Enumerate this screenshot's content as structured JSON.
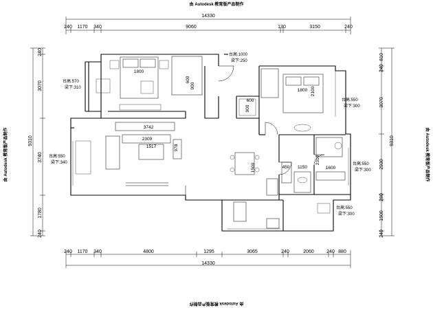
{
  "watermark": {
    "text": "由 Autodesk 教育版产品制作",
    "top": "由 Autodesk 教育版产品制作",
    "bottom": "由 Autodesk 教育版产品制作",
    "left": "由 Autodesk 教育版产品制作",
    "right": "由 Autodesk 教育版产品制作"
  },
  "dimensions": {
    "top_total": "14330",
    "top_segments": [
      "240",
      "1170",
      "340",
      "9060",
      "130",
      "3150",
      "240"
    ],
    "bottom_total": "14330",
    "bottom_segments": [
      "240",
      "1170",
      "340",
      "4800",
      "1295",
      "3065",
      "240",
      "2060",
      "240",
      "880"
    ],
    "left_total": "9310",
    "left_segments": [
      "240",
      "3070",
      "3740",
      "1780",
      "240"
    ],
    "right_total": "9310",
    "right_segments": [
      "810",
      "240",
      "3070",
      "2930",
      "280",
      "1500",
      "240"
    ]
  },
  "sill_notes": [
    {
      "id": "master-bedroom-left",
      "height": "台高:570",
      "below": "梁下:310"
    },
    {
      "id": "master-bedroom-top",
      "height": "台高:1000",
      "below": "梁下:250"
    },
    {
      "id": "second-bedroom",
      "height": "台高:550",
      "below": "梁下:300"
    },
    {
      "id": "living-left",
      "height": "台高:550",
      "below": "梁下:340"
    },
    {
      "id": "study-right",
      "height": "台高:550",
      "below": "梁下:300"
    },
    {
      "id": "kitchen-balcony",
      "height": "台高:550",
      "below": "梁下:300"
    }
  ],
  "furniture": {
    "master_bed": "1800",
    "master_wardrobe": "600",
    "master_wardrobe_2": "900",
    "second_bed": "1800",
    "second_bed_depth": "2100",
    "second_wardrobe": "600",
    "second_wardrobe_2": "900",
    "tv_cabinet": "3742",
    "sofa": "2309",
    "sofa_side": "978",
    "coffee_table": "1517",
    "dining_table": "1500",
    "study_desk": "2310",
    "study_cabinet": "1600",
    "kitchen_counter": "1150",
    "kitchen_sink": "450"
  }
}
